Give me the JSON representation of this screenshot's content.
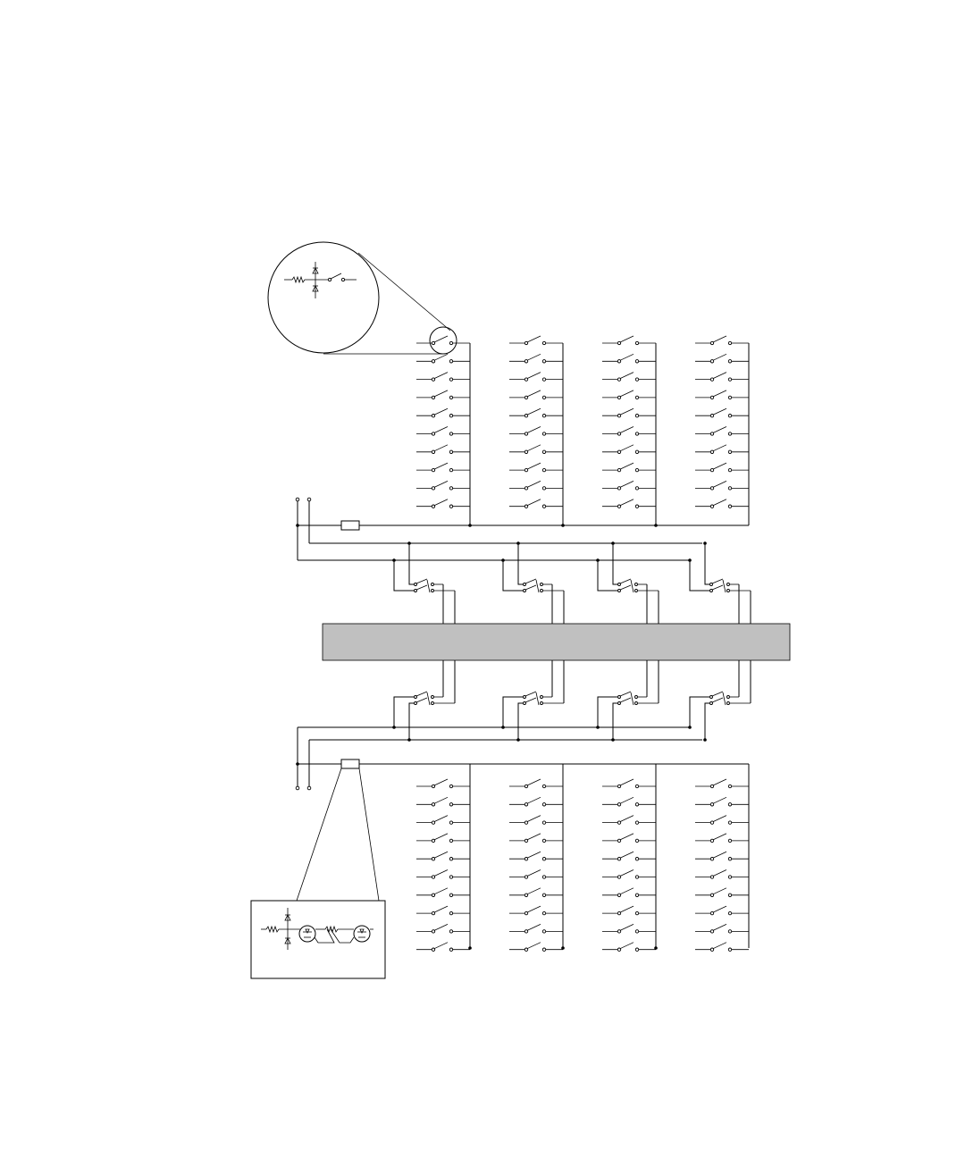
{
  "diagram": {
    "kind": "circuit-schematic",
    "labels": [],
    "colors": {
      "line": "#000000",
      "background": "#ffffff",
      "band": "#c0c0c0"
    },
    "groups": {
      "upper_switch_matrix": {
        "columns": 4,
        "rows": 10
      },
      "lower_switch_matrix": {
        "columns": 4,
        "rows": 10
      },
      "upper_relay_contacts": 4,
      "lower_relay_contacts": 4
    },
    "callouts": [
      "switch-detail-circle",
      "fuse-detail-box"
    ]
  }
}
